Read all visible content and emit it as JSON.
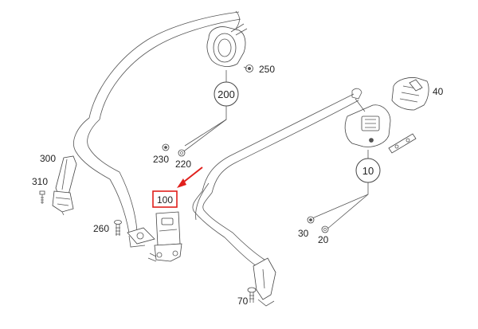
{
  "diagram": {
    "callouts": {
      "p10": "10",
      "p20": "20",
      "p30": "30",
      "p40": "40",
      "p70": "70",
      "p100": "100",
      "p200": "200",
      "p220": "220",
      "p230": "230",
      "p250": "250",
      "p260": "260",
      "p300": "300",
      "p310": "310"
    },
    "colors": {
      "highlight": "#e0201c",
      "line": "#555555",
      "background": "#ffffff"
    }
  }
}
